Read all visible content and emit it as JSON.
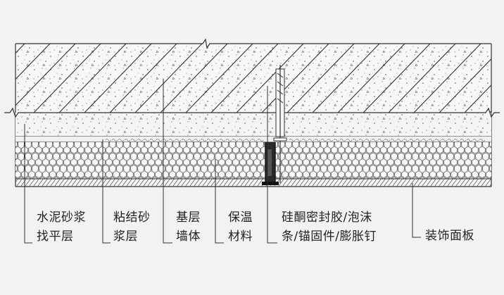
{
  "labels": [
    {
      "line1": "水泥砂浆",
      "line2": "找平层"
    },
    {
      "line1": "粘结砂",
      "line2": "浆层"
    },
    {
      "line1": "基层",
      "line2": "墙体"
    },
    {
      "line1": "保温",
      "line2": "材料"
    },
    {
      "line1": "硅酮密封胶/泡沫",
      "line2": "条/锚固件/膨胀钉"
    },
    {
      "line1": "装饰面板",
      "line2": ""
    }
  ],
  "colors": {
    "background": "#f2f2f2",
    "stroke": "#333333",
    "concrete_fill": "#f7f7f7",
    "insulation_fill": "#ececec",
    "sealant": "#222222"
  }
}
